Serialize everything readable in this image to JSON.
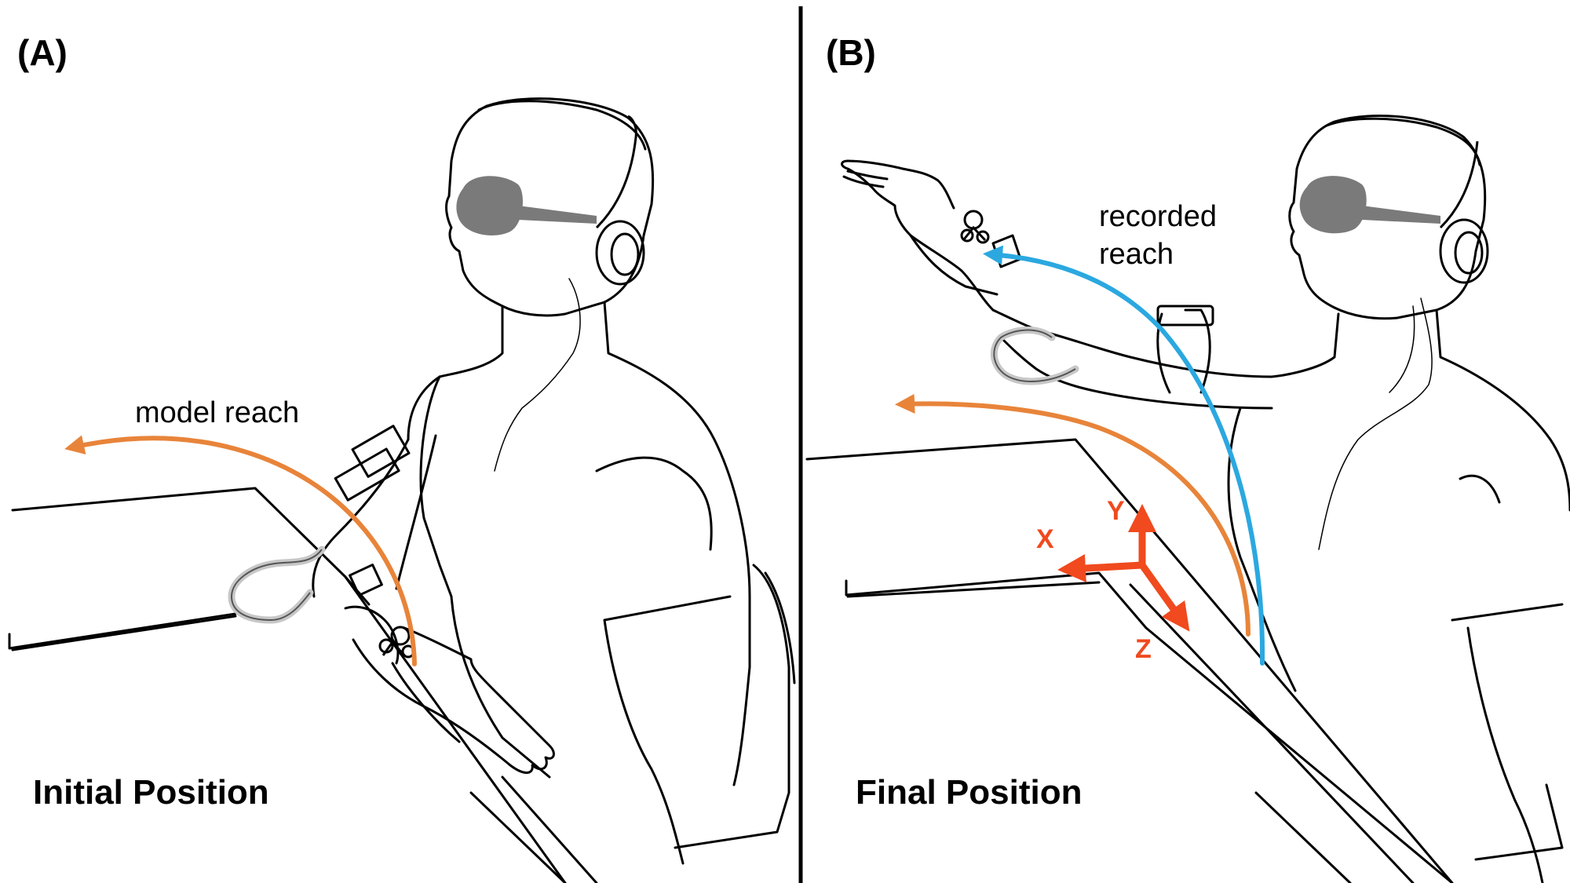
{
  "panels": [
    {
      "label": "(A)",
      "caption": "Initial Position",
      "annotation": "model reach"
    },
    {
      "label": "(B)",
      "caption": "Final Position",
      "annotation_line1": "recorded",
      "annotation_line2": "reach"
    }
  ],
  "axes": {
    "x": "X",
    "y": "Y",
    "z": "Z"
  },
  "colors": {
    "model_reach": "#E8843A",
    "recorded_reach": "#2BA8E0",
    "axes": "#F04A1E",
    "goggles": "#7A7A7A",
    "line_art": "#000000"
  },
  "icons": [
    "marker-sensor-icon",
    "goggles-icon",
    "headphones-icon"
  ]
}
